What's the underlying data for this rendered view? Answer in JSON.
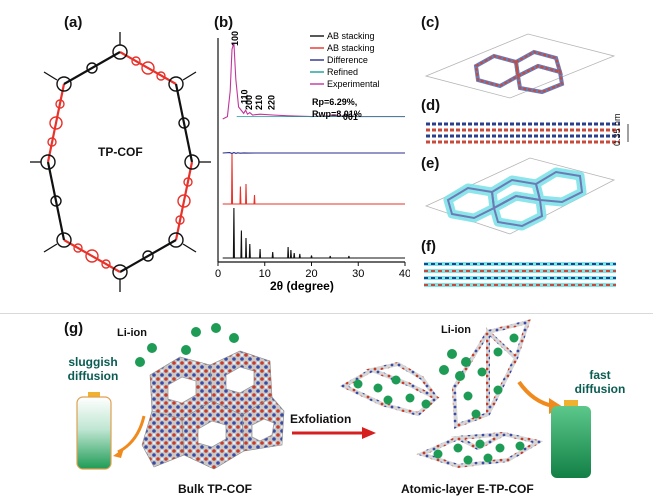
{
  "panels": {
    "a": "(a)",
    "b": "(b)",
    "c": "(c)",
    "d": "(d)",
    "e": "(e)",
    "f": "(f)",
    "g": "(g)"
  },
  "panel_a": {
    "molecule_label": "TP-COF"
  },
  "panel_d": {
    "spacing_label": "0.35 nm"
  },
  "panel_g": {
    "li_ion_left": "Li-ion",
    "li_ion_right": "Li-ion",
    "sluggish": "sluggish",
    "diffusion_left": "diffusion",
    "fast": "fast",
    "diffusion_right": "diffusion",
    "exfoliation": "Exfoliation",
    "bulk_label": "Bulk TP-COF",
    "atomic_label": "Atomic-layer E-TP-COF"
  },
  "colors": {
    "black_trace": "#111111",
    "red_trace": "#e8322a",
    "blue_trace": "#2a2f8c",
    "teal_trace": "#1a9e9a",
    "magenta_trace": "#c2359c",
    "cyan_layer": "#7fe3e8",
    "green_ion": "#1e9b55",
    "orange_arrow": "#f08a1c",
    "red_arrow": "#d62020"
  },
  "chart_data": {
    "type": "line",
    "xlabel": "2θ (degree)",
    "xlim": [
      0,
      40
    ],
    "x_ticks": [
      "0",
      "10",
      "20",
      "30",
      "40"
    ],
    "legend": [
      "AB stacking",
      "AB stacking",
      "Difference",
      "Refined",
      "Experimental"
    ],
    "legend_placement": "top-right",
    "annotations": {
      "fit_1": "Rp=6.29%,",
      "fit_2": "Rwp=8.01%",
      "peaks": [
        "100",
        "110",
        "200",
        "210",
        "220",
        "001"
      ]
    },
    "peak_positions": [
      {
        "label": "100",
        "x": 3.4
      },
      {
        "label": "110",
        "x": 5.9
      },
      {
        "label": "200",
        "x": 6.8
      },
      {
        "label": "210",
        "x": 9.0
      },
      {
        "label": "220",
        "x": 11.7
      },
      {
        "label": "001",
        "x": 25.0
      }
    ],
    "series": [
      {
        "name": "Experimental",
        "points": [
          [
            1,
            5
          ],
          [
            2,
            8
          ],
          [
            2.6,
            40
          ],
          [
            3.0,
            92
          ],
          [
            3.4,
            100
          ],
          [
            3.8,
            55
          ],
          [
            4.4,
            20
          ],
          [
            5.5,
            12
          ],
          [
            5.9,
            16
          ],
          [
            6.3,
            11
          ],
          [
            6.8,
            13
          ],
          [
            7.4,
            10
          ],
          [
            9,
            11
          ],
          [
            11.7,
            10
          ],
          [
            15,
            9
          ],
          [
            20,
            8
          ],
          [
            25,
            9
          ],
          [
            30,
            8
          ],
          [
            40,
            8
          ]
        ]
      },
      {
        "name": "Difference",
        "points": [
          [
            1,
            0
          ],
          [
            2.5,
            2
          ],
          [
            3.0,
            -3
          ],
          [
            3.4,
            3
          ],
          [
            3.8,
            -2
          ],
          [
            4.2,
            1
          ],
          [
            4.8,
            -1
          ],
          [
            5.5,
            0.5
          ],
          [
            6.5,
            -0.5
          ],
          [
            8,
            0
          ],
          [
            40,
            0
          ]
        ]
      },
      {
        "name": "Refined",
        "points": [
          [
            1,
            0
          ],
          [
            2.9,
            0
          ],
          [
            3.0,
            100
          ],
          [
            3.1,
            0
          ],
          [
            4.7,
            0
          ],
          [
            4.8,
            35
          ],
          [
            4.9,
            0
          ],
          [
            5.9,
            0
          ],
          [
            6.0,
            40
          ],
          [
            6.1,
            0
          ],
          [
            7.7,
            0
          ],
          [
            7.8,
            18
          ],
          [
            7.9,
            0
          ],
          [
            40,
            0
          ]
        ]
      },
      {
        "name": "AB stacking",
        "points": [
          [
            1,
            0
          ],
          [
            3.3,
            0
          ],
          [
            3.4,
            100
          ],
          [
            3.5,
            0
          ],
          [
            4.9,
            0
          ],
          [
            5.0,
            55
          ],
          [
            5.1,
            0
          ],
          [
            5.9,
            0
          ],
          [
            6.0,
            40
          ],
          [
            6.1,
            0
          ],
          [
            6.7,
            0
          ],
          [
            6.8,
            28
          ],
          [
            6.9,
            0
          ],
          [
            8.9,
            0
          ],
          [
            9.0,
            18
          ],
          [
            9.1,
            0
          ],
          [
            11.6,
            0
          ],
          [
            11.7,
            12
          ],
          [
            11.8,
            0
          ],
          [
            14.9,
            0
          ],
          [
            15.0,
            22
          ],
          [
            15.1,
            0
          ],
          [
            15.5,
            0
          ],
          [
            15.6,
            16
          ],
          [
            15.7,
            0
          ],
          [
            16.2,
            0
          ],
          [
            16.3,
            10
          ],
          [
            16.4,
            0
          ],
          [
            17.4,
            0
          ],
          [
            17.5,
            8
          ],
          [
            17.6,
            0
          ],
          [
            19.9,
            0
          ],
          [
            20.0,
            5
          ],
          [
            20.1,
            0
          ],
          [
            23.9,
            0
          ],
          [
            24.0,
            4
          ],
          [
            24.1,
            0
          ],
          [
            27.9,
            0
          ],
          [
            28.0,
            4
          ],
          [
            28.1,
            0
          ],
          [
            40,
            0
          ]
        ]
      }
    ]
  }
}
